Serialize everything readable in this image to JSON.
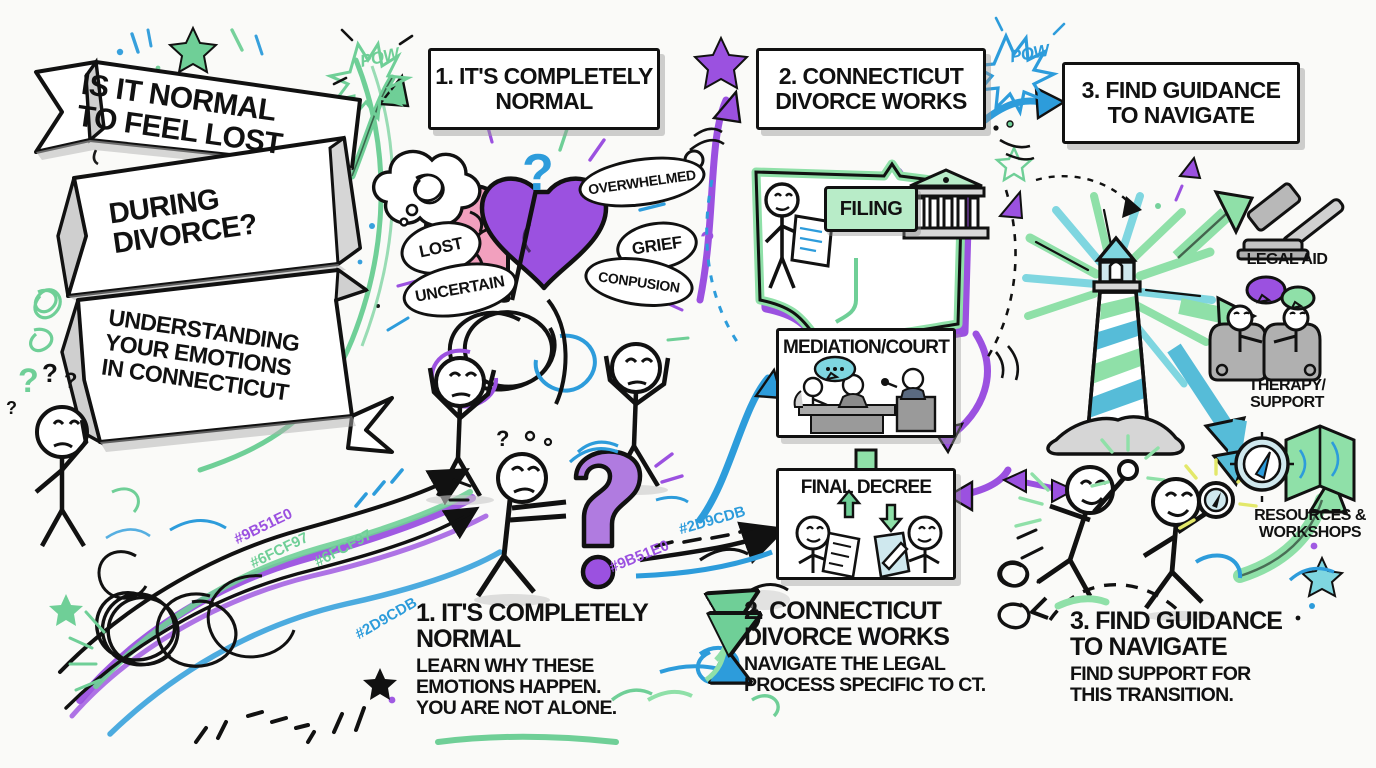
{
  "poster": {
    "background_color": "#FAFAF8",
    "ink_color": "#111111"
  },
  "title_banners": [
    {
      "text": "IS IT NORMAL\nTO FEEL LOST"
    },
    {
      "text": "DURING\nDIVORCE?"
    },
    {
      "text": "UNDERSTANDING\nYOUR EMOTIONS\nIN CONNECTICUT"
    }
  ],
  "headers": [
    {
      "id": "step-1",
      "text": "1. IT'S COMPLETELY\nNORMAL"
    },
    {
      "id": "step-2",
      "text": "2. CONNECTICUT\nDIVORCE WORKS"
    },
    {
      "id": "step-3",
      "text": "3. FIND GUIDANCE\nTO NAVIGATE"
    }
  ],
  "emotion_bubbles": [
    {
      "label": "LOST"
    },
    {
      "label": "UNCERTAIN"
    },
    {
      "label": "OVERWHELMED"
    },
    {
      "label": "GRIEF"
    },
    {
      "label": "CONPUSION"
    }
  ],
  "process": {
    "map_label": "FILING",
    "steps": [
      {
        "label": "MEDIATION/COURT"
      },
      {
        "label": "FINAL DECREE"
      }
    ]
  },
  "resources": [
    {
      "label": "LEGAL AID",
      "icon": "gavel-icon"
    },
    {
      "label": "THERAPY/\nSUPPORT",
      "icon": "two-people-talking-icon"
    },
    {
      "label": "RESOURCES &\nWORKSHOPS",
      "icon": "compass-map-icon"
    }
  ],
  "captions": [
    {
      "title": "1. IT'S COMPLETELY\nNORMAL",
      "subtitle": "LEARN WHY THESE\nEMOTIONS HAPPEN.\nYOU ARE NOT ALONE."
    },
    {
      "title": "2. CONNECTICUT\nDIVORCE WORKS",
      "subtitle": "NAVIGATE THE LEGAL\nPROCESS SPECIFIC TO CT."
    },
    {
      "title": "3. FIND GUIDANCE\nTO NAVIGATE",
      "subtitle": "FIND SUPPORT FOR\nTHIS TRANSITION."
    }
  ],
  "palette_annotations": [
    {
      "text": "#9B51E0",
      "color": "#9B51E0"
    },
    {
      "text": "#6FCF97",
      "color": "#6FCF97"
    },
    {
      "text": "#6FCF97",
      "color": "#6FCF97"
    },
    {
      "text": "#2D9CDB",
      "color": "#2D9CDB"
    },
    {
      "text": "#2D9CDB",
      "color": "#2D9CDB"
    },
    {
      "text": "#9B51E0",
      "color": "#9B51E0"
    }
  ],
  "bursts": [
    {
      "text": "POW",
      "color": "#6FCF97"
    },
    {
      "text": "POW",
      "color": "#2D9CDB"
    }
  ],
  "colors": {
    "purple": "#9B51E0",
    "green": "#6FCF97",
    "blue": "#2D9CDB",
    "pink_brain": "#F2A0BE",
    "grey": "#9a9a9a"
  }
}
